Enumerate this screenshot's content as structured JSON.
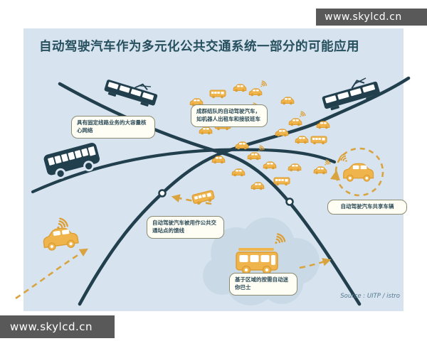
{
  "watermark_top": "www.skylcd.cn",
  "watermark_bottom": "www.skylcd.cn",
  "title": "自动驾驶汽车作为多元化公共交通系统一部分的可能应用",
  "labels": {
    "core_network": "具有固定线路业务的大容量核心网络",
    "fleets": "成群结队的自动驾驶汽车，如机器人出租车和接驳班车",
    "feeder": "自动驾驶汽车被用作公共交通站点的馈线",
    "shared": "自动驾驶汽车共享车辆",
    "minibus": "基于区域的按需自动迷你巴士"
  },
  "source": "Source : UITP / istro",
  "colors": {
    "diagram_background": "#d7e4f0",
    "dark_teal": "#223f4e",
    "orange": "#efb44c",
    "orange_stroke": "#dd9e33",
    "dashed_orange": "#d9a43f",
    "cloud": "#c9dae6",
    "watermark_bg": "#595959",
    "callout_bg": "#fffef4",
    "callout_border": "#8b8b72"
  },
  "icons": [
    "tram-icon",
    "bus-icon",
    "car-icon",
    "minibus-icon",
    "signal-waves-icon",
    "route-line",
    "stop-node",
    "dashed-path",
    "dashed-loop"
  ]
}
